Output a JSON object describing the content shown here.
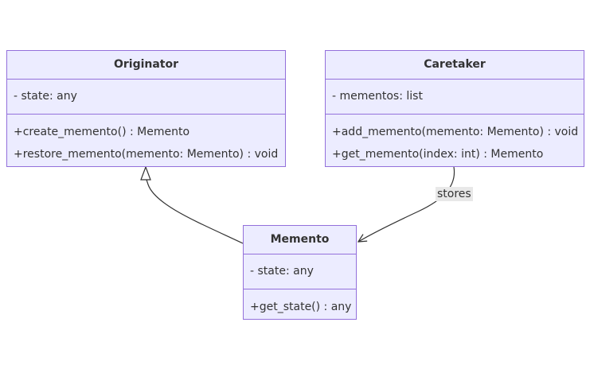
{
  "diagram": {
    "colors": {
      "node_fill": "#ececff",
      "node_border": "#9370db",
      "text": "#333333",
      "edge": "#333333",
      "label_bg": "#e8e8e8"
    },
    "classes": [
      {
        "id": "originator",
        "name": "Originator",
        "attributes": [
          "- state: any"
        ],
        "methods": [
          "+create_memento() : Memento",
          "+restore_memento(memento: Memento) : void"
        ]
      },
      {
        "id": "caretaker",
        "name": "Caretaker",
        "attributes": [
          "- mementos: list"
        ],
        "methods": [
          "+add_memento(memento: Memento) : void",
          "+get_memento(index: int) : Memento"
        ]
      },
      {
        "id": "memento",
        "name": "Memento",
        "attributes": [
          "- state: any"
        ],
        "methods": [
          "+get_state() : any"
        ]
      }
    ],
    "relations": [
      {
        "from": "memento",
        "to": "originator",
        "type": "inheritance",
        "label": ""
      },
      {
        "from": "caretaker",
        "to": "memento",
        "type": "association",
        "label": "stores"
      }
    ]
  }
}
